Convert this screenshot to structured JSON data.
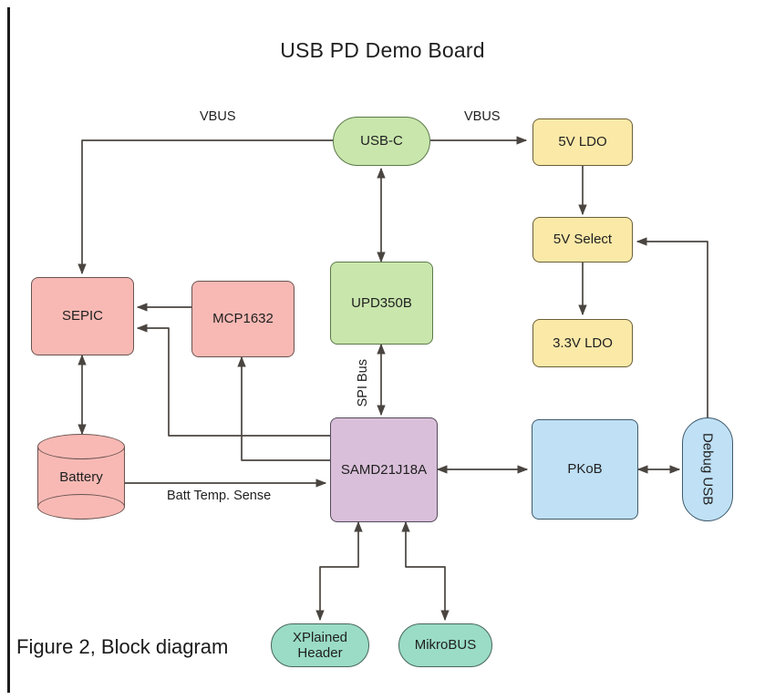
{
  "figure": {
    "title": "USB PD Demo Board",
    "caption": "Figure 2, Block diagram"
  },
  "colors": {
    "green": "#c9e6ad",
    "yellow": "#fbe9a8",
    "pink": "#f8b9b4",
    "purple": "#d9bfd9",
    "blue": "#bfe0f5",
    "teal": "#9adcc6",
    "stroke": "#5a5650",
    "text": "#1f1f1f",
    "background": "#ffffff"
  },
  "nodes": {
    "usb_c": "USB-C",
    "ldo_5v": "5V LDO",
    "select_5v": "5V Select",
    "ldo_3v3": "3.3V LDO",
    "sepic": "SEPIC",
    "mcp1632": "MCP1632",
    "upd350b": "UPD350B",
    "battery": "Battery",
    "samd21": "SAMD21J18A",
    "pkob": "PKoB",
    "debug_usb": "Debug USB",
    "xplained_header_line1": "XPlained",
    "xplained_header_line2": "Header",
    "mikrobus": "MikroBUS"
  },
  "edge_labels": {
    "vbus_left": "VBUS",
    "vbus_right": "VBUS",
    "spi_bus": "SPI Bus",
    "batt_temp_sense": "Batt Temp. Sense"
  }
}
